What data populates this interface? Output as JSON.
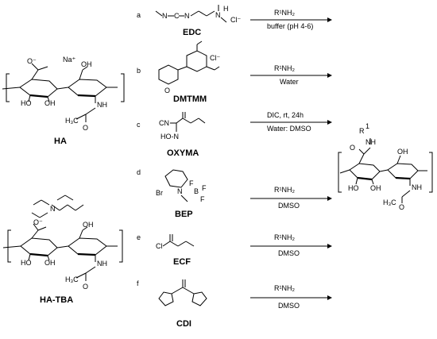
{
  "reagents": [
    {
      "letter": "a",
      "name": "EDC",
      "conditions_top": "R¹NH₂",
      "conditions_bottom": "buffer (pH 4-6)"
    },
    {
      "letter": "b",
      "name": "DMTMM",
      "conditions_top": "R¹NH₂",
      "conditions_bottom": "Water"
    },
    {
      "letter": "c",
      "name": "OXYMA",
      "conditions_top": "DIC, rt, 24h",
      "conditions_bottom": "Water: DMSO"
    },
    {
      "letter": "d",
      "name": "BEP",
      "conditions_top": "R¹NH₂",
      "conditions_bottom": "DMSO"
    },
    {
      "letter": "e",
      "name": "ECF",
      "conditions_top": "R¹NH₂",
      "conditions_bottom": "DMSO"
    },
    {
      "letter": "f",
      "name": "CDI",
      "conditions_top": "R¹NH₂",
      "conditions_bottom": "DMSO"
    }
  ],
  "starting_materials": {
    "ha": {
      "name": "HA",
      "counterion": "Na⁺"
    },
    "ha_tba": {
      "name": "HA-TBA"
    }
  },
  "structure_labels": {
    "edc_cl": "Cl⁻",
    "edc_h": "H",
    "dmtmm_cl": "Cl⁻",
    "oxyma_cn": "CN",
    "oxyma_hon": "HO‑N",
    "bep_br": "Br",
    "bep_f": "F",
    "bep_b": "B",
    "ecf_cl": "Cl",
    "coo_minus": "O⁻",
    "oh": "OH",
    "ho": "HO",
    "nh": "NH",
    "ac": "H₃C",
    "o": "O",
    "n": "N",
    "product_r1": "R",
    "product_sup": "1",
    "product_nh": "NH"
  }
}
